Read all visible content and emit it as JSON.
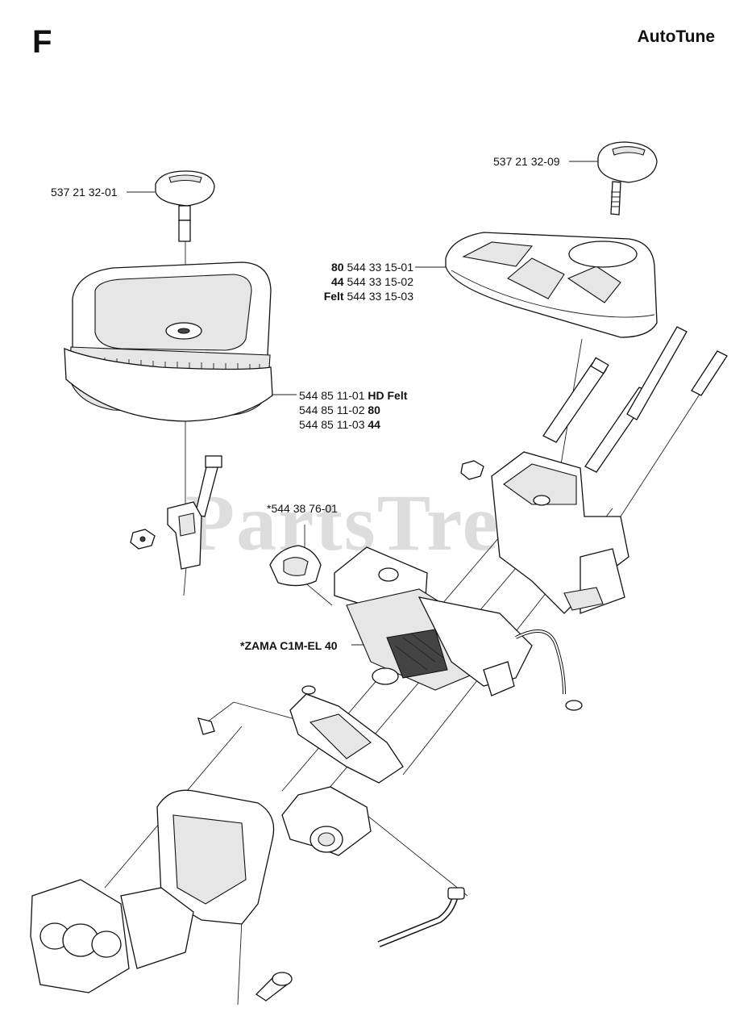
{
  "header": {
    "section_letter": "F",
    "title": "AutoTune"
  },
  "watermark": "PartsTree",
  "callouts": {
    "knob_left": "537 21 32-01",
    "knob_right": "537 21 32-09",
    "cover": [
      {
        "variant": "80",
        "part": "544 33 15-01"
      },
      {
        "variant": "44",
        "part": "544 33 15-02"
      },
      {
        "variant": "Felt",
        "part": "544 33 15-03"
      }
    ],
    "filter": [
      {
        "part": "544 85 11-01",
        "variant": "HD Felt"
      },
      {
        "part": "544 85 11-02",
        "variant": "80"
      },
      {
        "part": "544 85 11-03",
        "variant": "44"
      }
    ],
    "gasket_kit": "*544 38 76-01",
    "carburetor": "*ZAMA C1M-EL 40"
  },
  "icons": [
    "knob-icon",
    "air-filter-icon",
    "filter-cover-icon",
    "screw-icon",
    "nut-icon",
    "bracket-icon",
    "carburetor-icon",
    "intake-manifold-icon",
    "fuel-hose-icon",
    "ground-wire-icon"
  ]
}
